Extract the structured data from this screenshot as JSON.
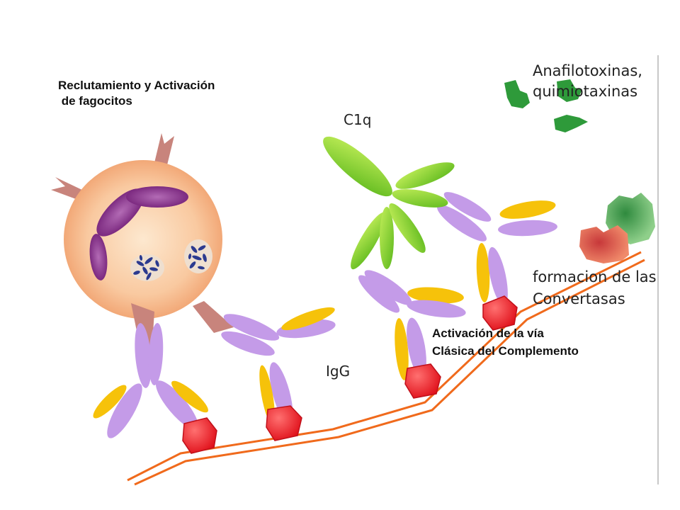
{
  "labels": {
    "fagocitos_line1": "Reclutamiento y Activación",
    "fagocitos_line2": " de fagocitos",
    "c1q": "C1q",
    "anafilotoxinas_line1": "Anafilotoxinas,",
    "anafilotoxinas_line2": "quimiotaxinas",
    "convertasas_line1": "formacion de las",
    "convertasas_line2": "Convertasas",
    "igg": "IgG",
    "clasica_line1": "Activación de la vía",
    "clasica_line2": "Clásica del Complemento"
  },
  "colors": {
    "cell_body": "#f9c9a0",
    "receptor": "#c8847c",
    "nucleus": "#8e3c91",
    "chromosome": "#2b3a8f",
    "igg_heavy": "#c49be8",
    "igg_light": "#f6c20a",
    "antigen": "#f0202a",
    "membrane": "#f06a1c",
    "c1q": "#7ed321",
    "anaphylatoxin": "#2e9a3a",
    "convertase_red": "#e0604a",
    "convertase_green": "#4aa85a"
  }
}
